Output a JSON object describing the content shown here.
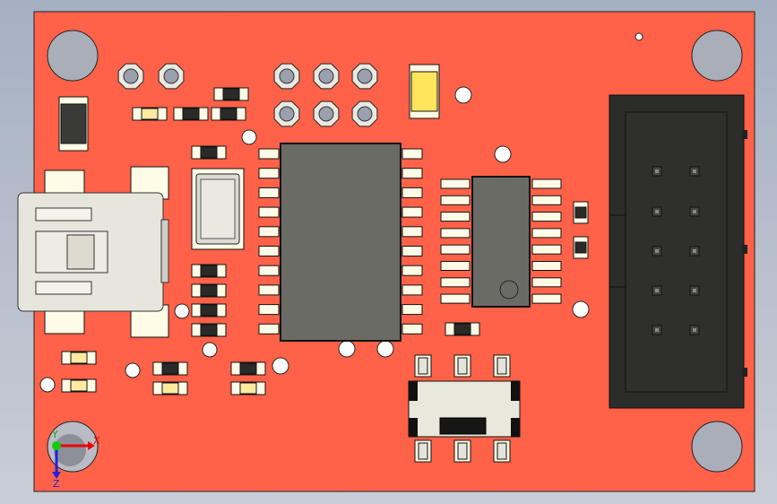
{
  "viewport": {
    "colors": {
      "board": "#ff6249",
      "hole": "#a9aeb9",
      "ic": "#6b6b66",
      "pad": "#fffbe6",
      "header": "#2c2c2a",
      "diode": "#ffea66"
    },
    "triad": {
      "x_label": "X",
      "y_label": "Y",
      "z_label": "Z"
    }
  }
}
